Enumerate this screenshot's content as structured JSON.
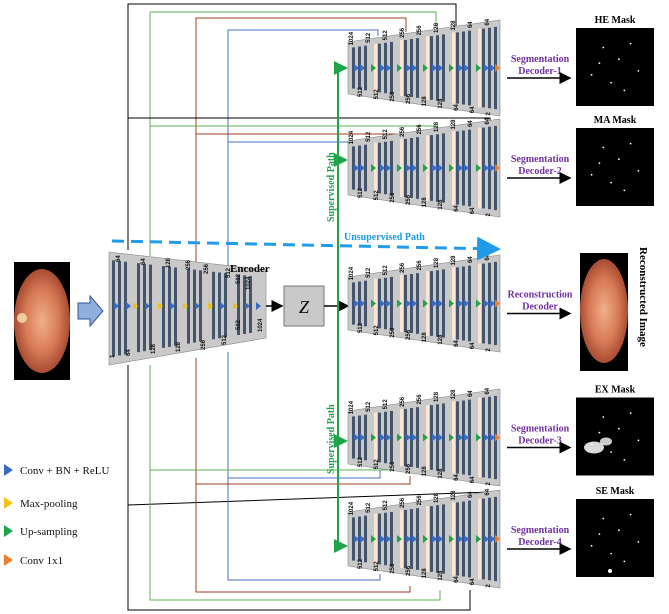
{
  "encoder": {
    "title": "Encoder",
    "filters_top": [
      "64",
      "64",
      "128",
      "256",
      "256",
      "512",
      "512"
    ],
    "filters_bottom": [
      "1",
      "64",
      "128",
      "128",
      "256",
      "512",
      "512",
      "1024"
    ],
    "filters_mid": [
      "1024"
    ]
  },
  "latent": {
    "symbol": "Z"
  },
  "paths": {
    "unsupervised": "Unsupervised Path",
    "supervised_upper": "Supervised Path",
    "supervised_lower": "Supervised Path"
  },
  "decoders": [
    {
      "title_line1": "Segmentation",
      "title_line2": "Decoder-1",
      "mask_label": "HE Mask"
    },
    {
      "title_line1": "Segmentation",
      "title_line2": "Decoder-2",
      "mask_label": "MA Mask"
    },
    {
      "title_line1": "Reconstruction",
      "title_line2": "Decoder",
      "mask_label": "Reconstructed Image"
    },
    {
      "title_line1": "Segmentation",
      "title_line2": "Decoder-3",
      "mask_label": "EX Mask"
    },
    {
      "title_line1": "Segmentation",
      "title_line2": "Decoder-4",
      "mask_label": "SE Mask"
    }
  ],
  "decoder_filters_top": [
    "1024",
    "512",
    "512",
    "256",
    "256",
    "128",
    "128",
    "64",
    "64"
  ],
  "decoder_filters_bottom": [
    "512",
    "512",
    "256",
    "256",
    "128",
    "128",
    "64",
    "64",
    "2"
  ],
  "legend": [
    {
      "label": "Conv + BN + ReLU",
      "color": "#3a6bc4",
      "icon": "conv-bn-relu-icon"
    },
    {
      "label": "Max-pooling",
      "color": "#f2c21b",
      "icon": "max-pooling-icon"
    },
    {
      "label": "Up-sampling",
      "color": "#1ea54a",
      "icon": "up-sampling-icon"
    },
    {
      "label": "Conv 1x1",
      "color": "#ed7d31",
      "icon": "conv-1x1-icon"
    }
  ],
  "colors": {
    "panel": "#c9c9c9",
    "bar": "#44546a",
    "skip_bar": "#fbe5d6",
    "supervised": "#1ea54a",
    "unsupervised": "#1f9be8",
    "title": "#7030a0"
  }
}
